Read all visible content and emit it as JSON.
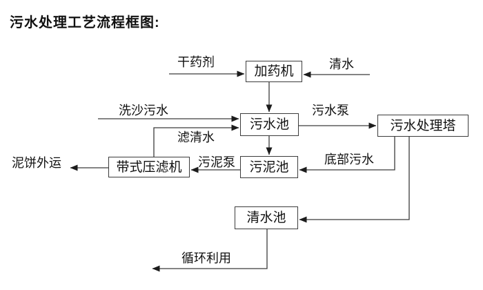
{
  "title": "污水处理工艺流程框图:",
  "nodes": {
    "dosing_machine": "加药机",
    "sewage_pool": "污水池",
    "sewage_treatment_tower": "污水处理塔",
    "sludge_pool": "污泥池",
    "belt_filter_press": "带式压滤机",
    "clean_water_pool": "清水池"
  },
  "flow_labels": {
    "dry_agent": "干药剂",
    "clean_water": "清水",
    "sand_washing_sewage": "洗沙污水",
    "sewage_pump": "污水泵",
    "filtered_clean_water": "滤清水",
    "sludge_pump": "污泥泵",
    "bottom_sewage": "底部污水",
    "mud_cake_outbound": "泥饼外运",
    "recycling": "循环利用"
  },
  "colors": {
    "line": "#3a3a3a",
    "text": "#111111",
    "background": "#ffffff"
  }
}
